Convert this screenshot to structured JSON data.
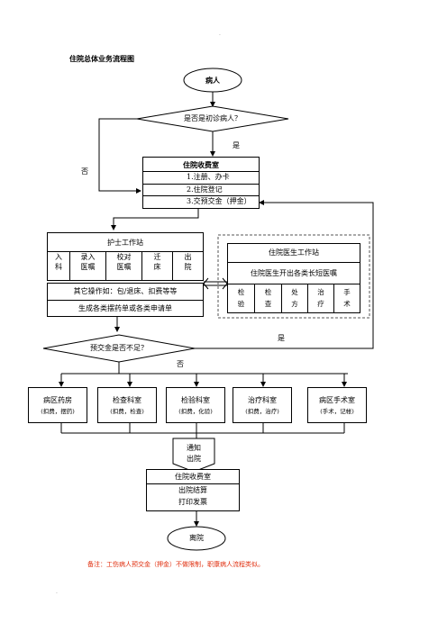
{
  "header": {
    "dot": "."
  },
  "title": "住院总体业务流程图",
  "nodes": {
    "patient": "病人",
    "first_visit": "是否是初诊病人？",
    "yes": "是",
    "no": "否",
    "cashier": {
      "title": "住院收费室",
      "items": [
        "1.注册、办卡",
        "2.住院登记",
        "3.交预交金（押金）"
      ]
    },
    "nurse": {
      "title": "护士工作站",
      "cells": [
        [
          "入",
          "科"
        ],
        [
          "录入",
          "医嘱"
        ],
        [
          "校对",
          "医嘱"
        ],
        [
          "迁",
          "床"
        ],
        [
          "出",
          "院"
        ]
      ],
      "other_ops": "其它操作如：包/退床、扣费等等",
      "generate": "生成各类摆药单或各类申请单"
    },
    "doctor": {
      "title": "住院医生工作站",
      "subtitle": "住院医生开出各类长短医嘱",
      "cells": [
        [
          "检",
          "验"
        ],
        [
          "检",
          "查"
        ],
        [
          "处",
          "方"
        ],
        [
          "治",
          "疗"
        ],
        [
          "手",
          "术"
        ]
      ]
    },
    "deposit_check": "预交金是否不足？",
    "deposit_yes": "是",
    "deposit_no": "否",
    "departments": [
      {
        "name": "病区药房",
        "detail": "(扣费，摆药)"
      },
      {
        "name": "检查科室",
        "detail": "(扣费，检查)"
      },
      {
        "name": "检验科室",
        "detail": "(扣费，化验)"
      },
      {
        "name": "治疗科室",
        "detail": "(扣费，治疗)"
      },
      {
        "name": "病区手术室",
        "detail": "(手术，记帐)"
      }
    ],
    "notify": [
      "通知",
      "出院"
    ],
    "discharge_cashier": {
      "title": "住院收费室",
      "items": [
        "出院结算",
        "打印发票"
      ]
    },
    "leave": "离院"
  },
  "note": "备注：工伤病人预交金（押金）不做限制，职康病人流程类似。",
  "footer": {
    "dot": "."
  }
}
